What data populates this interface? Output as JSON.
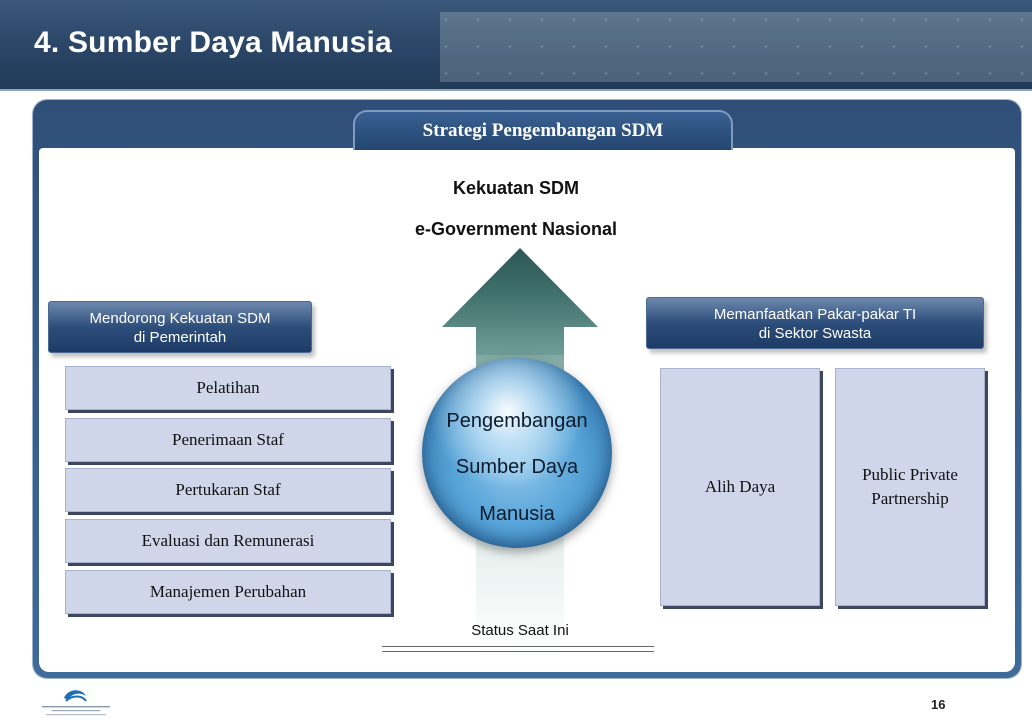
{
  "header": {
    "title": "4. Sumber Daya Manusia"
  },
  "strategy": {
    "title": "Strategi Pengembangan SDM"
  },
  "goal": {
    "line1": "Kekuatan SDM",
    "line2": "e-Government Nasional"
  },
  "left": {
    "header_line1": "Mendorong Kekuatan SDM",
    "header_line2": "di Pemerintah",
    "items": [
      "Pelatihan",
      "Penerimaan Staf",
      "Pertukaran Staf",
      "Evaluasi dan Remunerasi",
      "Manajemen Perubahan"
    ]
  },
  "right": {
    "header_line1": "Memanfaatkan Pakar-pakar TI",
    "header_line2": "di Sektor Swasta",
    "box1": "Alih Daya",
    "box2_line1": "Public Private",
    "box2_line2": "Partnership"
  },
  "center": {
    "line1": "Pengembangan",
    "line2": "Sumber Daya",
    "line3": "Manusia",
    "status": "Status Saat Ini"
  },
  "footer": {
    "page_number": "16"
  },
  "colors": {
    "header_bg": "#2a4566",
    "box_fill": "#cfd6ea",
    "arrow_head": "#3f6f6b",
    "sphere": "#4f9fd6"
  },
  "icons": {
    "logo": "ministry-logo-icon"
  }
}
